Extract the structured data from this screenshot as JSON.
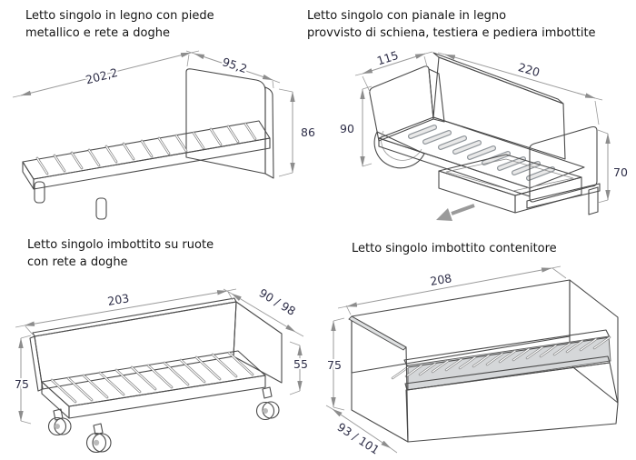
{
  "page": {
    "background": "#ffffff"
  },
  "colors": {
    "title_text": "#141414",
    "dimension_text": "#2e2e48",
    "dimension_line": "#9a9a9a",
    "outline": "#4a4a4a",
    "panel_gray": "#cfcfcf",
    "panel_gray_dark": "#b5b8ba",
    "panel_gray_light": "#e0e0e0",
    "white_surface": "#fbfbfb"
  },
  "panels": [
    {
      "id": "bed-wood-metal-feet",
      "title_lines": [
        "Letto singolo in legno con piede",
        "metallico e rete a doghe"
      ],
      "dimensions": {
        "length": "202,2",
        "width": "95,2",
        "height": "86"
      }
    },
    {
      "id": "bed-wood-panel-upholstered",
      "title_lines": [
        "Letto singolo con pianale in legno",
        "provvisto di schiena, testiera e pediera imbottite"
      ],
      "dimensions": {
        "width": "115",
        "length": "220",
        "height_back": "90",
        "height_front": "70"
      }
    },
    {
      "id": "bed-upholstered-wheels",
      "title_lines": [
        "Letto singolo imbottito su ruote",
        "con rete a doghe"
      ],
      "dimensions": {
        "length": "203",
        "width": "90 / 98",
        "height_back": "75",
        "height_front": "55"
      }
    },
    {
      "id": "bed-upholstered-storage",
      "title_lines": [
        "Letto singolo imbottito contenitore"
      ],
      "dimensions": {
        "length": "208",
        "height": "75",
        "width": "93 / 101"
      }
    }
  ]
}
